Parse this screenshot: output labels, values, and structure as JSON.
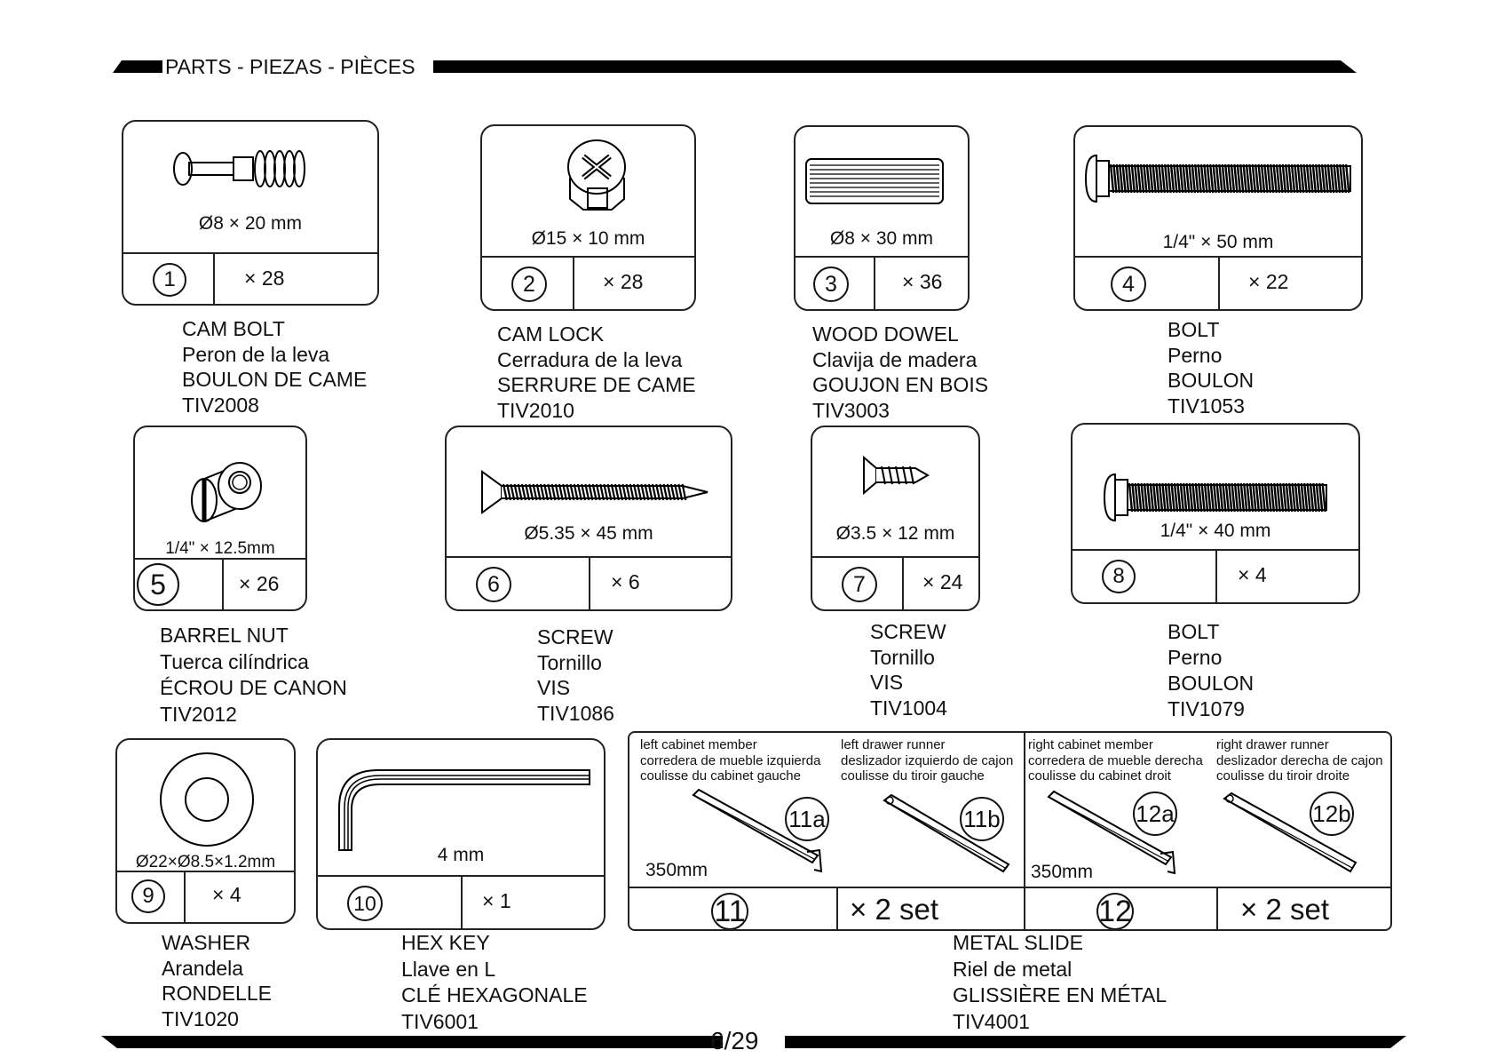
{
  "header": {
    "title": "PARTS - PIEZAS - PIÈCES"
  },
  "footer": {
    "page": "6/29"
  },
  "parts": [
    {
      "num": "1",
      "dim": "Ø8 × 20 mm",
      "qty": "× 28",
      "names": [
        "CAM BOLT",
        "Peron de la leva",
        "BOULON DE CAME",
        "TIV2008"
      ],
      "icon": "cam-bolt-icon"
    },
    {
      "num": "2",
      "dim": "Ø15 × 10 mm",
      "qty": "× 28",
      "names": [
        "CAM LOCK",
        "Cerradura de la leva",
        "SERRURE DE CAME",
        "TIV2010"
      ],
      "icon": "cam-lock-icon"
    },
    {
      "num": "3",
      "dim": "Ø8 × 30 mm",
      "qty": "× 36",
      "names": [
        "WOOD DOWEL",
        "Clavija de madera",
        "GOUJON EN BOIS",
        "TIV3003"
      ],
      "icon": "wood-dowel-icon"
    },
    {
      "num": "4",
      "dim": "1/4\" × 50 mm",
      "qty": "× 22",
      "names": [
        "BOLT",
        "Perno",
        "BOULON",
        "TIV1053"
      ],
      "icon": "bolt-icon"
    },
    {
      "num": "5",
      "dim": "1/4\" × 12.5mm",
      "qty": "× 26",
      "names": [
        "BARREL NUT",
        "Tuerca cilíndrica",
        "ÉCROU DE CANON",
        "TIV2012"
      ],
      "icon": "barrel-nut-icon"
    },
    {
      "num": "6",
      "dim": "Ø5.35  × 45 mm",
      "qty": "× 6",
      "names": [
        "SCREW",
        "Tornillo",
        "VIS",
        "TIV1086"
      ],
      "icon": "screw-icon"
    },
    {
      "num": "7",
      "dim": "Ø3.5 × 12 mm",
      "qty": "× 24",
      "names": [
        "SCREW",
        "Tornillo",
        "VIS",
        "TIV1004"
      ],
      "icon": "short-screw-icon"
    },
    {
      "num": "8",
      "dim": "1/4\" × 40 mm",
      "qty": "× 4",
      "names": [
        "BOLT",
        "Perno",
        "BOULON",
        "TIV1079"
      ],
      "icon": "bolt-icon"
    },
    {
      "num": "9",
      "dim": "Ø22×Ø8.5×1.2mm",
      "qty": "× 4",
      "names": [
        "WASHER",
        "Arandela",
        "RONDELLE",
        "TIV1020"
      ],
      "icon": "washer-icon"
    },
    {
      "num": "10",
      "dim": "4 mm",
      "qty": "× 1",
      "names": [
        "HEX KEY",
        "Llave en L",
        "CLÉ HEXAGONALE",
        "TIV6001"
      ],
      "icon": "hex-key-icon"
    }
  ],
  "slides": {
    "panels": [
      {
        "tag": "11a",
        "lines": [
          "left cabinet member",
          "corredera de mueble izquierda",
          "coulisse du cabinet gauche"
        ],
        "length": "350mm"
      },
      {
        "tag": "11b",
        "lines": [
          "left drawer runner",
          "deslizador izquierdo de cajon",
          "coulisse du tiroir gauche"
        ],
        "length": ""
      },
      {
        "tag": "12a",
        "lines": [
          "right cabinet member",
          "corredera de mueble derecha",
          "coulisse du cabinet droit"
        ],
        "length": "350mm"
      },
      {
        "tag": "12b",
        "lines": [
          "right drawer runner",
          "deslizador derecha de cajon",
          "coulisse du tiroir droite"
        ],
        "length": ""
      }
    ],
    "num11": "11",
    "qty11": "× 2 set",
    "num12": "12",
    "qty12": "× 2 set",
    "names": [
      "METAL SLIDE",
      "Riel de metal",
      "GLISSIÈRE EN MÉTAL",
      "TIV4001"
    ]
  }
}
